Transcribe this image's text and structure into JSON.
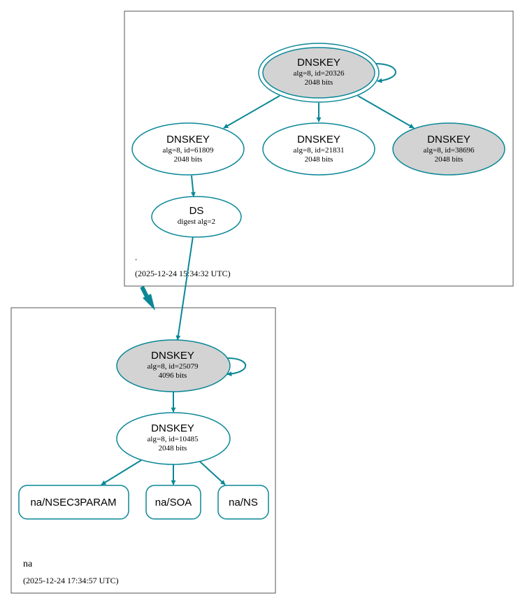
{
  "zones": {
    "root": {
      "name": ".",
      "timestamp": "(2025-12-24 15:34:32 UTC)"
    },
    "na": {
      "name": "na",
      "timestamp": "(2025-12-24 17:34:57 UTC)"
    }
  },
  "nodes": {
    "root_ksk": {
      "title": "DNSKEY",
      "line1": "alg=8, id=20326",
      "line2": "2048 bits"
    },
    "root_zsk_61809": {
      "title": "DNSKEY",
      "line1": "alg=8, id=61809",
      "line2": "2048 bits"
    },
    "root_zsk_21831": {
      "title": "DNSKEY",
      "line1": "alg=8, id=21831",
      "line2": "2048 bits"
    },
    "root_key_38696": {
      "title": "DNSKEY",
      "line1": "alg=8, id=38696",
      "line2": "2048 bits"
    },
    "ds": {
      "title": "DS",
      "line1": "digest alg=2"
    },
    "na_ksk": {
      "title": "DNSKEY",
      "line1": "alg=8, id=25079",
      "line2": "4096 bits"
    },
    "na_zsk": {
      "title": "DNSKEY",
      "line1": "alg=8, id=10485",
      "line2": "2048 bits"
    },
    "rr_nsec3param": {
      "label": "na/NSEC3PARAM"
    },
    "rr_soa": {
      "label": "na/SOA"
    },
    "rr_ns": {
      "label": "na/NS"
    }
  },
  "colors": {
    "edge": "#0a8797",
    "node_stroke": "#0a8797",
    "filled": "#d3d3d3",
    "zone_border": "#555555"
  }
}
